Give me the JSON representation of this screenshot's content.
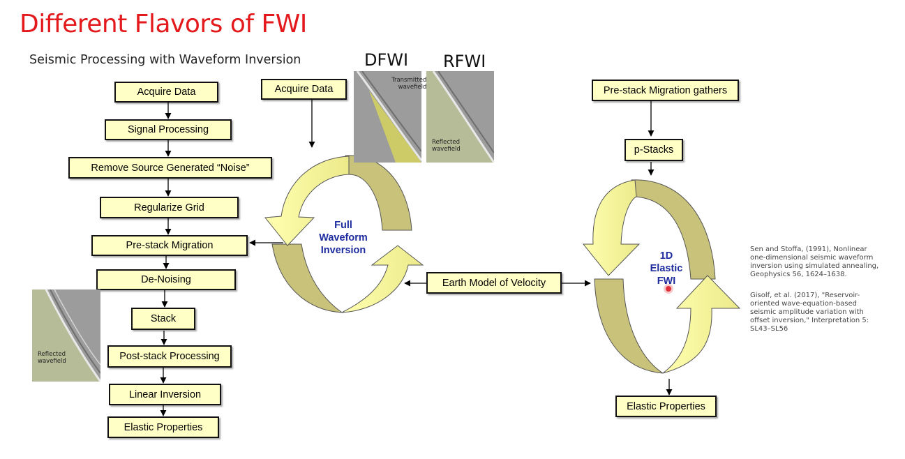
{
  "title": "Different Flavors of FWI",
  "subtitle": "Seismic Processing with Waveform Inversion",
  "left_flow": {
    "acquire": "Acquire Data",
    "signal": "Signal Processing",
    "remove_noise": "Remove Source Generated “Noise”",
    "regularize": "Regularize Grid",
    "prestack": "Pre-stack Migration",
    "denoise": "De-Noising",
    "stack": "Stack",
    "poststack": "Post-stack Processing",
    "linear": "Linear Inversion",
    "elastic": "Elastic Properties"
  },
  "left_panel": {
    "label": "Reflected\nwavefield"
  },
  "middle": {
    "acquire": "Acquire Data",
    "dfwi_header": "DFWI",
    "rfwi_header": "RFWI",
    "dfwi_panel_label": "Transmitted\nwavefield",
    "rfwi_panel_label": "Reflected\nwavefield",
    "cycle_label": "Full\nWaveform\nInversion",
    "earth_model": "Earth Model of Velocity"
  },
  "right_flow": {
    "gathers": "Pre-stack Migration gathers",
    "pstacks": "p-Stacks",
    "cycle_label": "1D\nElastic\nFWI",
    "elastic": "Elastic Properties"
  },
  "references": [
    "Sen and Stoffa, (1991), Nonlinear one-dimensional seismic waveform inversion using simulated annealing, Geophysics 56, 1624–1638.",
    "Gisolf, et al. (2017), \"Reservoir-oriented wave-equation-based seismic amplitude variation with offset inversion,\" Interpretation 5: SL43–SL56"
  ],
  "colors": {
    "title": "#e3191c",
    "box_fill": "#ffffc6",
    "arrow_light": "#f7f49a",
    "arrow_dark": "#c9c27a",
    "cycle_text": "#1d2b9e"
  }
}
